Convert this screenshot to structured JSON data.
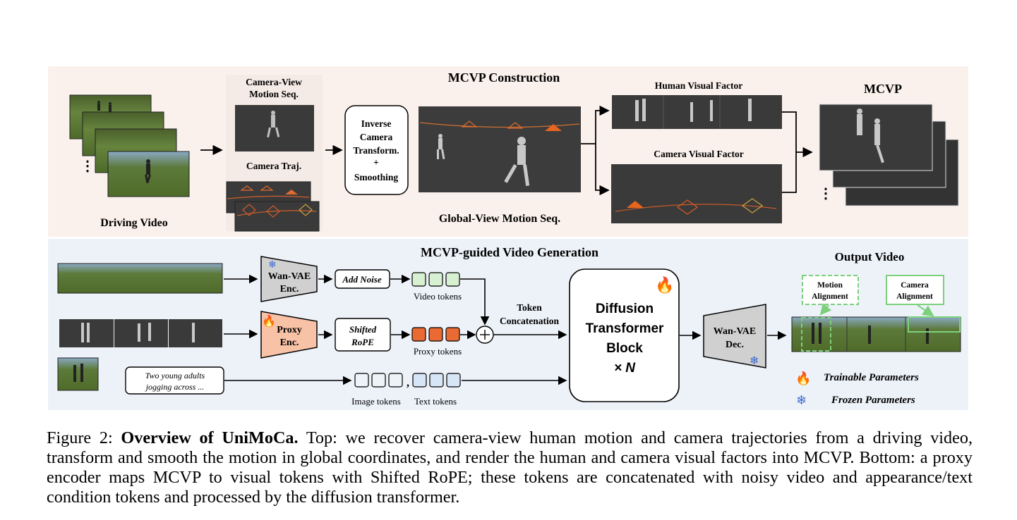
{
  "top": {
    "title": "MCVP Construction",
    "driving_video": "Driving Video",
    "cam_view_line1": "Camera-View",
    "cam_view_line2": "Motion Seq.",
    "camera_traj": "Camera Traj.",
    "inverse_lines": [
      "Inverse",
      "Camera",
      "Transform.",
      "+",
      "Smoothing"
    ],
    "global_view": "Global-View Motion Seq.",
    "human_factor": "Human Visual Factor",
    "camera_factor": "Camera Visual Factor",
    "mcvp": "MCVP"
  },
  "bottom": {
    "title": "MCVP-guided Video Generation",
    "wan_enc": [
      "Wan-VAE",
      "Enc."
    ],
    "proxy_enc": [
      "Proxy",
      "Enc."
    ],
    "add_noise": "Add Noise",
    "shifted": [
      "Shifted",
      "RoPE"
    ],
    "text_prompt": [
      "Two young adults",
      "jogging across  ..."
    ],
    "video_tokens": "Video tokens",
    "proxy_tokens": "Proxy tokens",
    "image_tokens": "Image tokens",
    "text_tokens": "Text tokens",
    "token_concat": [
      "Token",
      "Concatenation"
    ],
    "dit": [
      "Diffusion",
      "Transformer",
      "Block",
      "×  N"
    ],
    "wan_dec": [
      "Wan-VAE",
      "Dec."
    ],
    "output_video": "Output Video",
    "motion_align": [
      "Motion",
      "Alignment"
    ],
    "camera_align": [
      "Camera",
      "Alignment"
    ],
    "legend_trainable": "Trainable Parameters",
    "legend_frozen": "Frozen Parameters",
    "colors": {
      "top_bg": "#fbf1ec",
      "bottom_bg": "#edf2f9",
      "video_token": "#d8f0d2",
      "proxy_token": "#ea6a34",
      "image_token": "#eef3f8",
      "text_token": "#d7e6f6",
      "proxy_enc": "#f7c2a6",
      "align_green": "#7cd07c"
    }
  },
  "caption": {
    "label": "Figure 2: ",
    "bold": "Overview of UniMoCa.",
    "text": " Top: we recover camera-view human motion and camera trajectories from a driving video, transform and smooth the motion in global coordinates, and render the human and camera visual factors into MCVP. Bottom: a proxy encoder maps MCVP to visual tokens with Shifted RoPE; these tokens are concatenated with noisy video and appearance/text condition tokens and processed by the diffusion transformer."
  }
}
